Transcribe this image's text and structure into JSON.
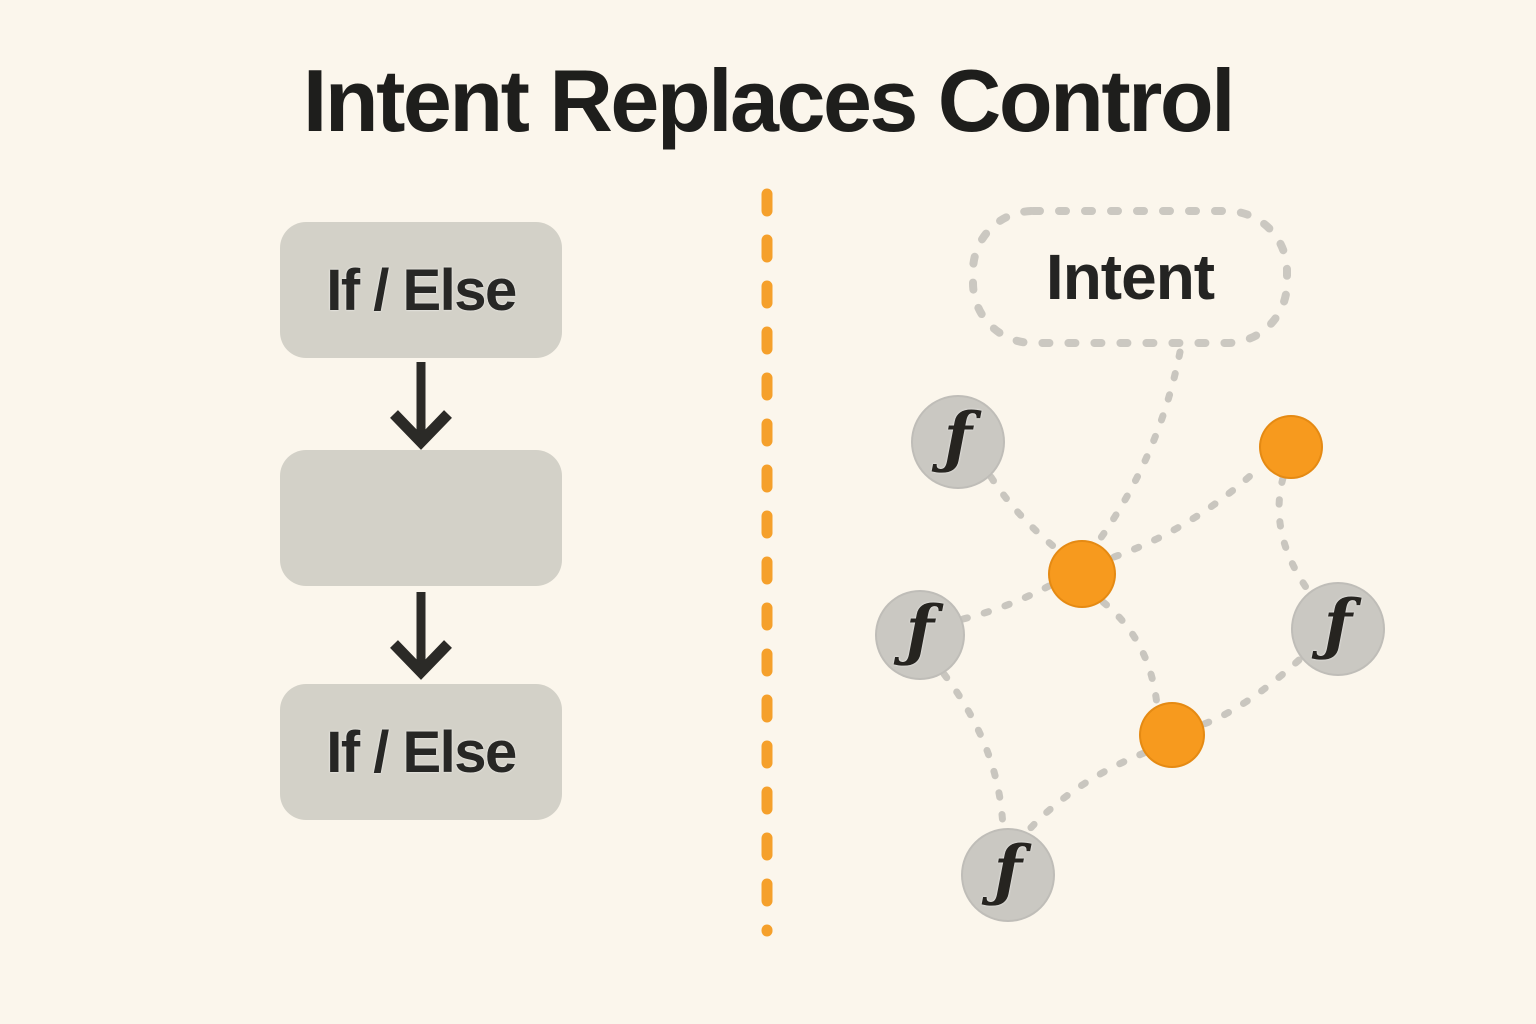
{
  "title": "Intent Replaces Control",
  "left_panel": {
    "boxes": [
      {
        "label": "If / Else"
      },
      {
        "label": ""
      },
      {
        "label": "If / Else"
      }
    ]
  },
  "right_panel": {
    "bubble_label": "Intent",
    "function_symbol": "ƒ",
    "graph": {
      "nodes": [
        {
          "id": "intent-bubble",
          "type": "dotted-bubble",
          "label": "Intent"
        },
        {
          "id": "fn-1",
          "type": "function",
          "symbol": "ƒ",
          "color": "gray"
        },
        {
          "id": "fn-2",
          "type": "function",
          "symbol": "ƒ",
          "color": "gray"
        },
        {
          "id": "fn-3",
          "type": "function",
          "symbol": "ƒ",
          "color": "gray"
        },
        {
          "id": "fn-4",
          "type": "function",
          "symbol": "ƒ",
          "color": "gray"
        },
        {
          "id": "orange-1",
          "type": "dot",
          "color": "orange"
        },
        {
          "id": "orange-2",
          "type": "dot",
          "color": "orange"
        },
        {
          "id": "orange-3",
          "type": "dot",
          "color": "orange"
        }
      ],
      "edges": [
        {
          "from": "intent-bubble",
          "to": "orange-2"
        },
        {
          "from": "fn-1",
          "to": "orange-2"
        },
        {
          "from": "fn-2",
          "to": "orange-2"
        },
        {
          "from": "orange-2",
          "to": "orange-1"
        },
        {
          "from": "orange-1",
          "to": "fn-3"
        },
        {
          "from": "orange-2",
          "to": "orange-3"
        },
        {
          "from": "fn-3",
          "to": "orange-3"
        },
        {
          "from": "orange-3",
          "to": "fn-4"
        },
        {
          "from": "fn-2",
          "to": "fn-4"
        }
      ]
    }
  },
  "colors": {
    "background": "#FBF6EC",
    "box_fill": "#D3D1C8",
    "node_gray": "#CAC8C2",
    "orange": "#F79A1E",
    "divider_orange": "#F5A02B",
    "dotted_line": "#C9C6BF",
    "text_dark": "#1E1E1C"
  }
}
